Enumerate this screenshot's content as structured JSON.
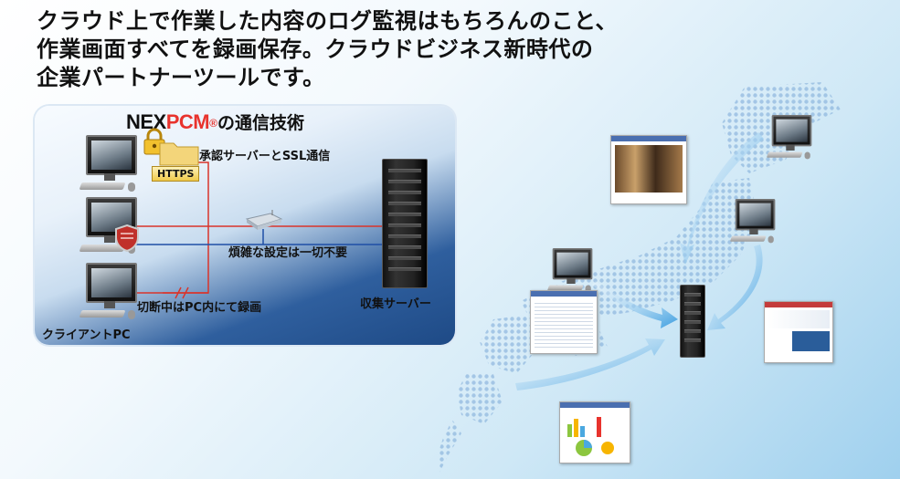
{
  "headline": {
    "line1": "クラウド上で作業した内容のログ監視はもちろんのこと、",
    "line2": "作業画面すべてを録画保存。クラウドビジネス新時代の",
    "line3": "企業パートナーツールです。"
  },
  "panel": {
    "brand_nex": "NEX",
    "brand_pcm": "PCM",
    "brand_reg": "®",
    "title_suffix": "の通信技術",
    "https_label": "HTTPS",
    "ssl_label": "承認サーバーとSSL通信",
    "settings_label": "煩雑な設定は一切不要",
    "offline_label": "切断中はPC内にて録画",
    "client_label": "クライアントPC",
    "server_label": "収集サーバー"
  },
  "colors": {
    "brand_red": "#e8332d",
    "line_red": "#d9342b",
    "line_blue": "#1f4fa6",
    "arrow_blue": "#4aa8e0"
  }
}
